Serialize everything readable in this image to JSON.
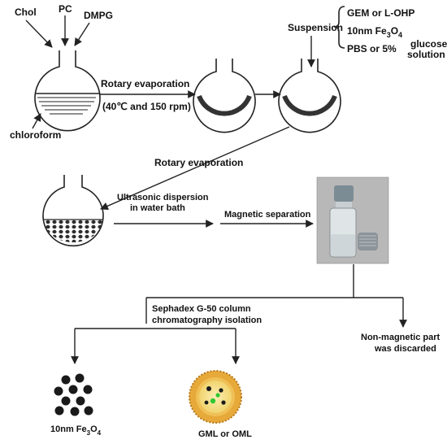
{
  "reagents": {
    "chol": "Chol",
    "pc": "PC",
    "dmpg": "DMPG"
  },
  "solvent": "chloroform",
  "step1": {
    "label": "Rotary evaporation",
    "conditions": "(40℃ and 150 rpm)"
  },
  "suspension": {
    "label": "Suspension",
    "drug": "GEM or  L-OHP",
    "iron_prefix": "10nm Fe",
    "iron_sub3": "3",
    "iron_mid": "O",
    "iron_sub4": "4",
    "buffer": "PBS  or  5%",
    "glucose_line1": "glucose",
    "glucose_line2": "solution"
  },
  "step2": {
    "label": "Rotary evaporation"
  },
  "step3": {
    "line1": "Ultrasonic dispersion",
    "line2": "in water bath"
  },
  "step4": {
    "label": "Magnetic  separation"
  },
  "column": {
    "line1": "Sephadex G-50 column",
    "line2": "chromatography isolation"
  },
  "discard": {
    "line1": "Non-magnetic part",
    "line2": "was discarded"
  },
  "product_iron": {
    "prefix": "10nm Fe",
    "sub3": "3",
    "mid": "O",
    "sub4": "4"
  },
  "product_liposome": {
    "label": "GML or OML"
  },
  "colors": {
    "ink": "#222222",
    "lipid_film": "#333333",
    "liposome_shell": "#e6a93a",
    "liposome_core": "#f7e39a",
    "drug_green": "#32c832"
  }
}
